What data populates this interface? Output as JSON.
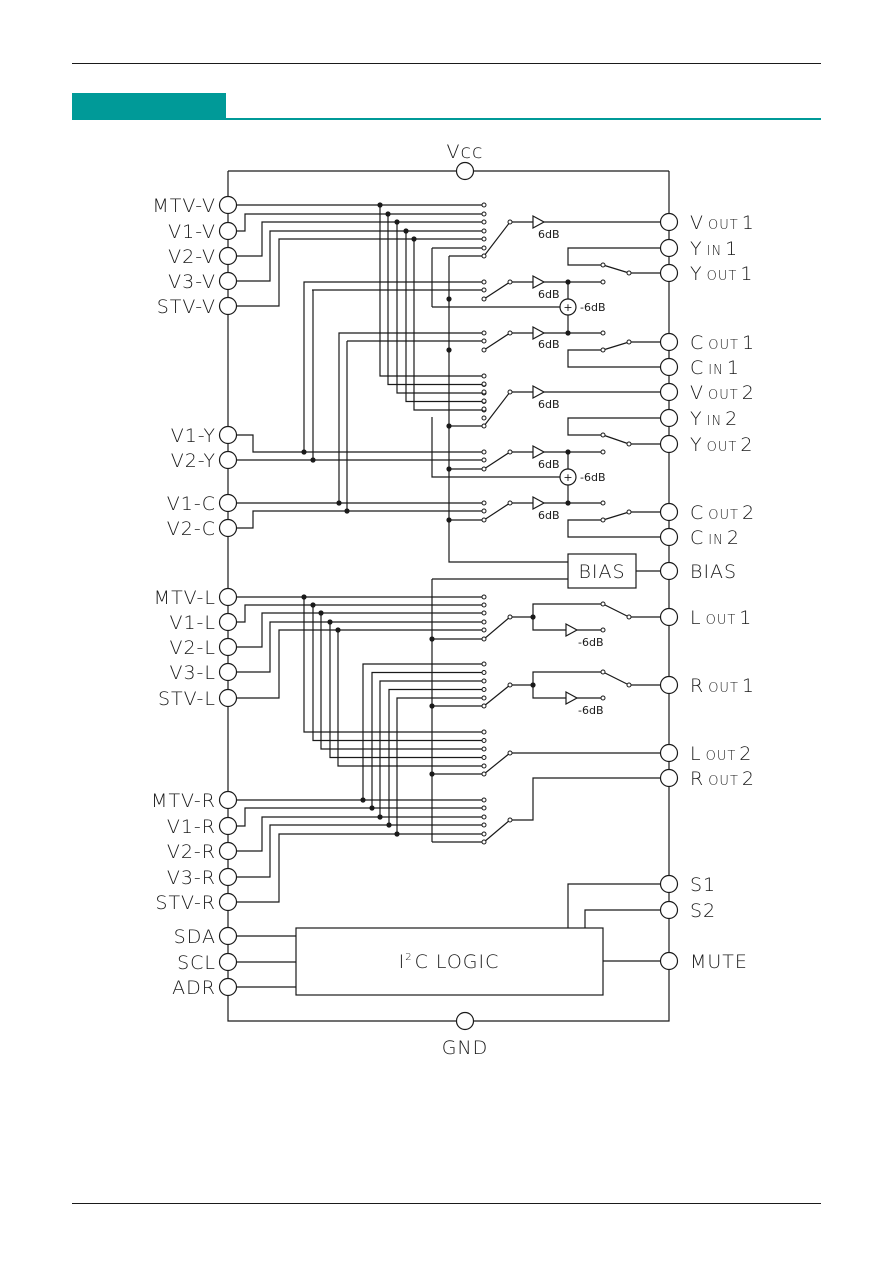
{
  "page": {
    "section_color": "#009a98",
    "rule_color": "#1a1a1a"
  },
  "diagram": {
    "title": "",
    "supply": {
      "vcc": "Vcc",
      "gnd": "GND"
    },
    "left_pins": [
      {
        "id": "mtv-v",
        "label": "MTV-V"
      },
      {
        "id": "v1-v",
        "label": "V1-V"
      },
      {
        "id": "v2-v",
        "label": "V2-V"
      },
      {
        "id": "v3-v",
        "label": "V3-V"
      },
      {
        "id": "stv-v",
        "label": "STV-V"
      },
      {
        "id": "v1-y",
        "label": "V1-Y"
      },
      {
        "id": "v2-y",
        "label": "V2-Y"
      },
      {
        "id": "v1-c",
        "label": "V1-C"
      },
      {
        "id": "v2-c",
        "label": "V2-C"
      },
      {
        "id": "mtv-l",
        "label": "MTV-L"
      },
      {
        "id": "v1-l",
        "label": "V1-L"
      },
      {
        "id": "v2-l",
        "label": "V2-L"
      },
      {
        "id": "v3-l",
        "label": "V3-L"
      },
      {
        "id": "stv-l",
        "label": "STV-L"
      },
      {
        "id": "mtv-r",
        "label": "MTV-R"
      },
      {
        "id": "v1-r",
        "label": "V1-R"
      },
      {
        "id": "v2-r",
        "label": "V2-R"
      },
      {
        "id": "v3-r",
        "label": "V3-R"
      },
      {
        "id": "stv-r",
        "label": "STV-R"
      },
      {
        "id": "sda",
        "label": "SDA"
      },
      {
        "id": "scl",
        "label": "SCL"
      },
      {
        "id": "adr",
        "label": "ADR"
      }
    ],
    "right_pins": [
      {
        "id": "vout1",
        "main": "V",
        "sub": "OUT",
        "num": "1"
      },
      {
        "id": "yin1",
        "main": "Y",
        "sub": "IN",
        "num": "1"
      },
      {
        "id": "yout1",
        "main": "Y",
        "sub": "OUT",
        "num": "1"
      },
      {
        "id": "cout1",
        "main": "C",
        "sub": "OUT",
        "num": "1"
      },
      {
        "id": "cin1",
        "main": "C",
        "sub": "IN",
        "num": "1"
      },
      {
        "id": "vout2",
        "main": "V",
        "sub": "OUT",
        "num": "2"
      },
      {
        "id": "yin2",
        "main": "Y",
        "sub": "IN",
        "num": "2"
      },
      {
        "id": "yout2",
        "main": "Y",
        "sub": "OUT",
        "num": "2"
      },
      {
        "id": "cout2",
        "main": "C",
        "sub": "OUT",
        "num": "2"
      },
      {
        "id": "cin2",
        "main": "C",
        "sub": "IN",
        "num": "2"
      },
      {
        "id": "bias",
        "main": "BIAS",
        "sub": "",
        "num": ""
      },
      {
        "id": "lout1",
        "main": "L",
        "sub": "OUT",
        "num": "1"
      },
      {
        "id": "rout1",
        "main": "R",
        "sub": "OUT",
        "num": "1"
      },
      {
        "id": "lout2",
        "main": "L",
        "sub": "OUT",
        "num": "2"
      },
      {
        "id": "rout2",
        "main": "R",
        "sub": "OUT",
        "num": "2"
      },
      {
        "id": "s1",
        "main": "S1",
        "sub": "",
        "num": ""
      },
      {
        "id": "s2",
        "main": "S2",
        "sub": "",
        "num": ""
      },
      {
        "id": "mute",
        "main": "MUTE",
        "sub": "",
        "num": ""
      }
    ],
    "blocks": {
      "bias": "BIAS",
      "i2c_prefix": "I",
      "i2c_sup": "2",
      "i2c_rest": "C LOGIC"
    },
    "gains": {
      "amp_6db": "6dB",
      "adder_minus_6db": "-6dB",
      "atten_minus_6db": "-6dB"
    }
  }
}
